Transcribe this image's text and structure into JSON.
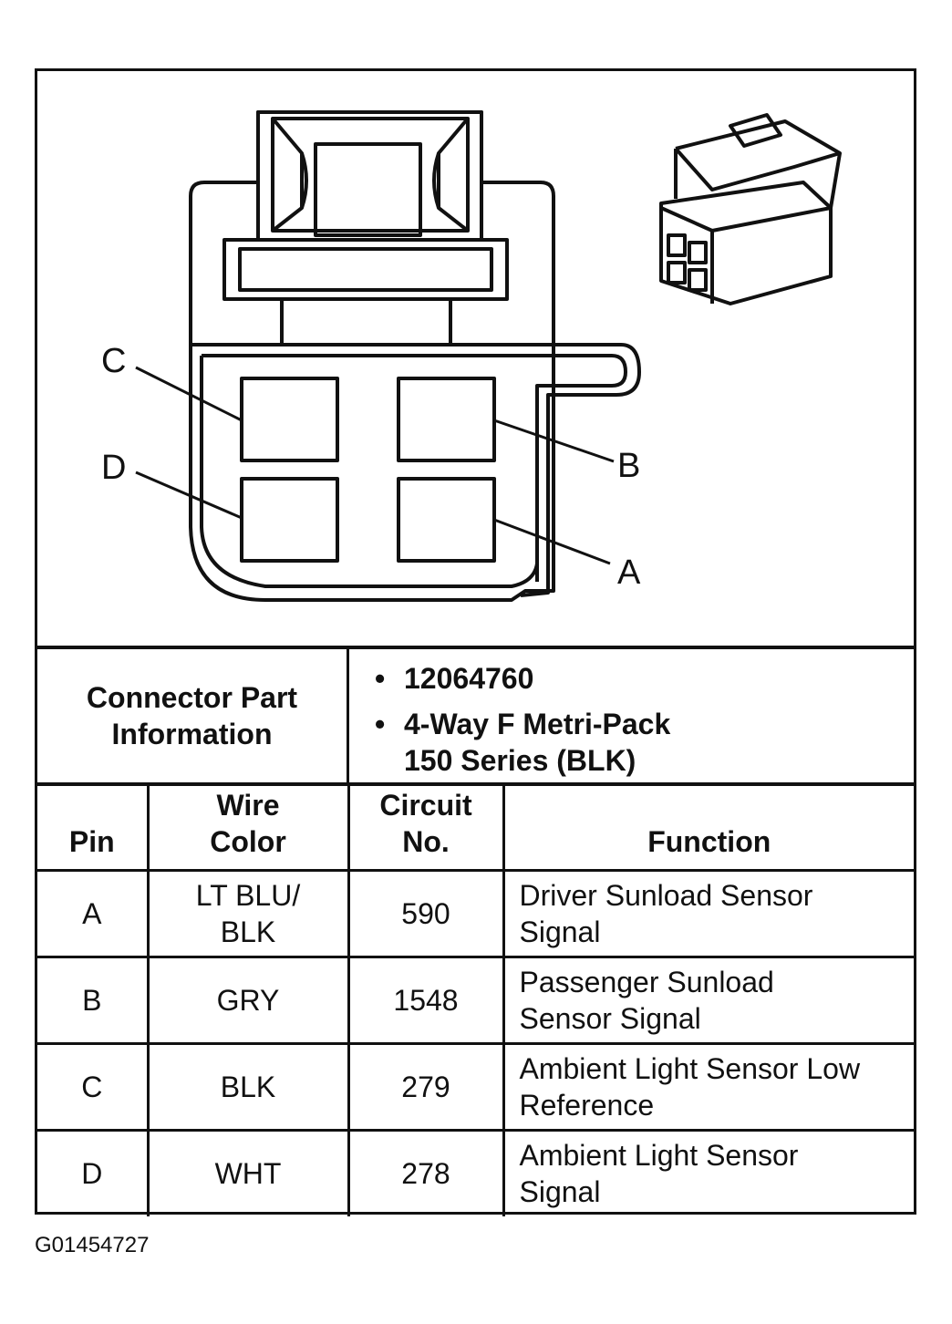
{
  "diagram": {
    "pin_labels": [
      "C",
      "B",
      "D",
      "A"
    ]
  },
  "part_info": {
    "label_line1": "Connector Part",
    "label_line2": "Information",
    "part_number": "12064760",
    "desc_line1": "4-Way F Metri-Pack",
    "desc_line2": "150 Series (BLK)"
  },
  "table": {
    "headers": {
      "pin": "Pin",
      "wire_line1": "Wire",
      "wire_line2": "Color",
      "circuit_line1": "Circuit",
      "circuit_line2": "No.",
      "function": "Function"
    },
    "rows": [
      {
        "pin": "A",
        "wire1": "LT BLU/",
        "wire2": "BLK",
        "circuit": "590",
        "func1": "Driver Sunload Sensor",
        "func2": "Signal"
      },
      {
        "pin": "B",
        "wire1": "GRY",
        "wire2": "",
        "circuit": "1548",
        "func1": "Passenger Sunload",
        "func2": "Sensor Signal"
      },
      {
        "pin": "C",
        "wire1": "BLK",
        "wire2": "",
        "circuit": "279",
        "func1": "Ambient Light Sensor Low",
        "func2": "Reference"
      },
      {
        "pin": "D",
        "wire1": "WHT",
        "wire2": "",
        "circuit": "278",
        "func1": "Ambient Light Sensor",
        "func2": "Signal"
      }
    ]
  },
  "figure_id": "G01454727"
}
